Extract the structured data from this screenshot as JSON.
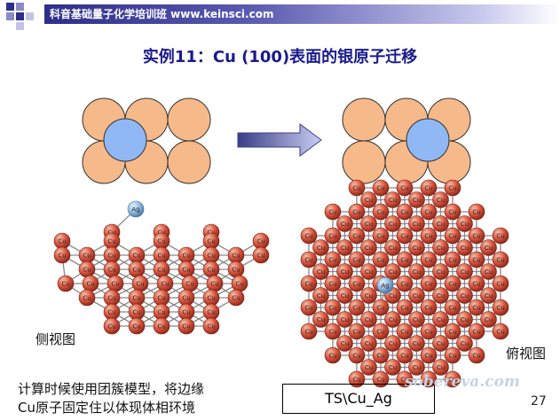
{
  "header": {
    "text": "科音基础量子化学培训班 www.keinsci.com"
  },
  "slide": {
    "title": "实例11：Cu (100)表面的银原子迁移",
    "side_label": "侧视图",
    "top_label": "俯视图",
    "description_line1": "计算时候使用团簇模型，将边缘",
    "description_line2": "Cu原子固定住以体现体相环境",
    "path_box": "TS\\Cu_Ag",
    "watermark": "sobereva.com",
    "page_number": "27"
  },
  "atoms": {
    "cu": "Cu",
    "ag": "Ag"
  },
  "colors": {
    "header_bar": "#2e2e8a",
    "title": "#1a1a8c",
    "cu_disk": "#f6b98a",
    "ag_disk": "#8fb8f4",
    "cu_ball": "#d9553f",
    "ag_ball": "#8fb6dd",
    "arrow": "#5b5fa8"
  }
}
